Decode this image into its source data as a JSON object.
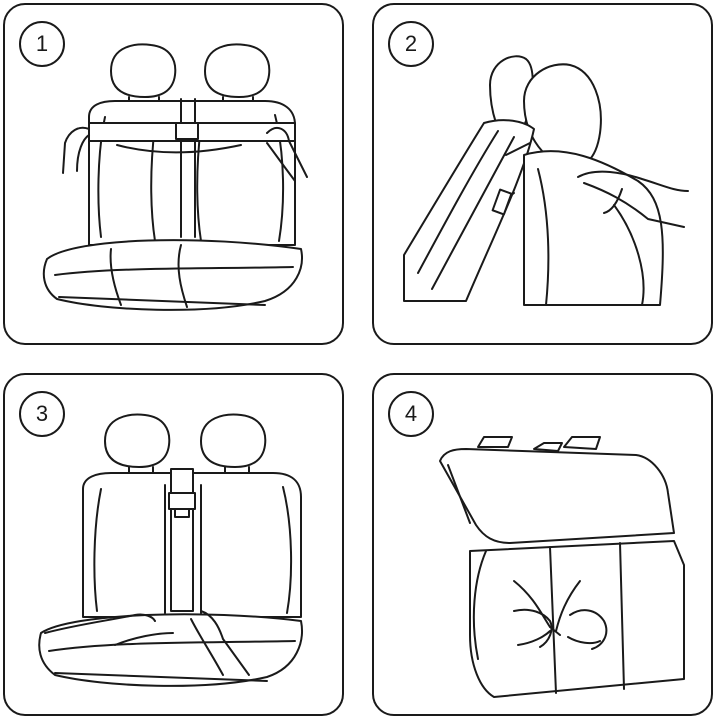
{
  "steps": [
    {
      "number": "1",
      "icon": "seat-front-hands-at-backrest-icon"
    },
    {
      "number": "2",
      "icon": "seat-side-hands-at-headrest-icon"
    },
    {
      "number": "3",
      "icon": "seat-hands-tucking-cushion-icon"
    },
    {
      "number": "4",
      "icon": "seat-rear-hands-fastening-icon"
    }
  ],
  "colors": {
    "line": "#1a1a1a",
    "background": "#ffffff"
  }
}
